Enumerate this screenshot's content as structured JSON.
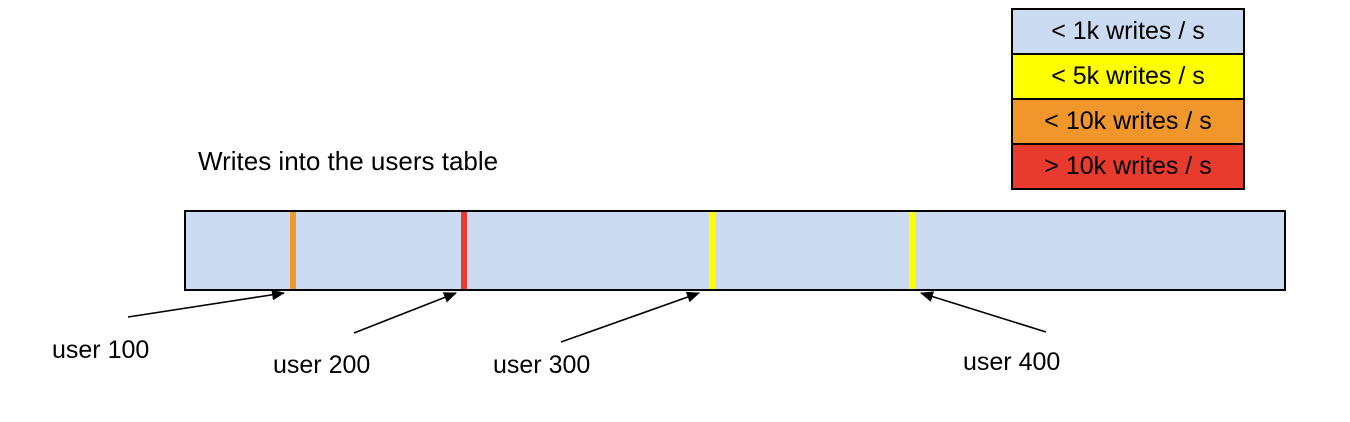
{
  "title": "Writes into the users table",
  "legend": {
    "items": [
      {
        "label": "< 1k writes / s",
        "color": "#cbdcf2"
      },
      {
        "label": "< 5k writes / s",
        "color": "#ffff00"
      },
      {
        "label": "< 10k writes / s",
        "color": "#f0962b"
      },
      {
        "label": "> 10k writes / s",
        "color": "#e83a2d"
      }
    ]
  },
  "table_bar": {
    "fill": "#cbdcf2",
    "border": "#000000",
    "markers": [
      {
        "label": "user 100",
        "category": "< 10k writes / s",
        "color": "#f0962b"
      },
      {
        "label": "user 200",
        "category": "> 10k writes / s",
        "color": "#e83a2d"
      },
      {
        "label": "user 300",
        "category": "< 5k writes / s",
        "color": "#ffff00"
      },
      {
        "label": "user 400",
        "category": "< 5k writes / s",
        "color": "#ffff00"
      }
    ]
  }
}
